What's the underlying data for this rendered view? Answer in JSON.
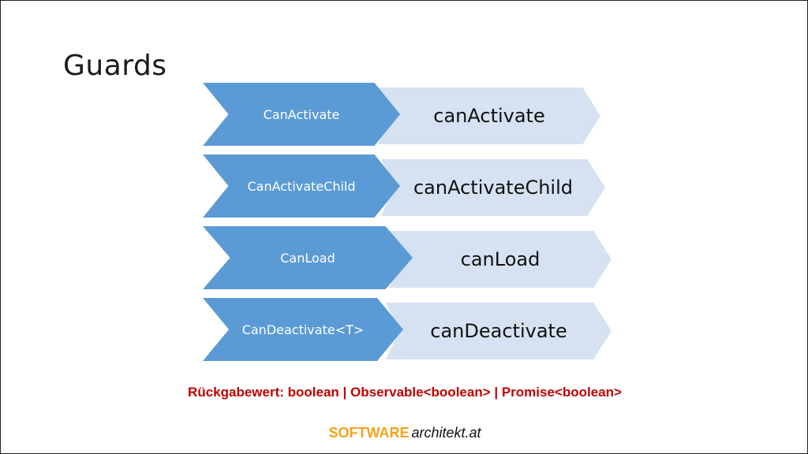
{
  "slide": {
    "title": "Guards",
    "items": [
      {
        "name": "CanActivate",
        "method": "canActivate"
      },
      {
        "name": "CanActivateChild",
        "method": "canActivateChild"
      },
      {
        "name": "CanLoad",
        "method": "canLoad"
      },
      {
        "name": "CanDeactivate<T>",
        "method": "canDeactivate"
      }
    ],
    "note": "Rückgabewert: boolean | Observable<boolean> | Promise<boolean>",
    "logo": {
      "part1": "SOFTWARE",
      "part2": "architekt.at"
    },
    "colors": {
      "left_chevron": "#5b9bd5",
      "right_chevron": "#d6e2f1",
      "note": "#c00000",
      "logo_accent": "#f5a21b"
    }
  }
}
